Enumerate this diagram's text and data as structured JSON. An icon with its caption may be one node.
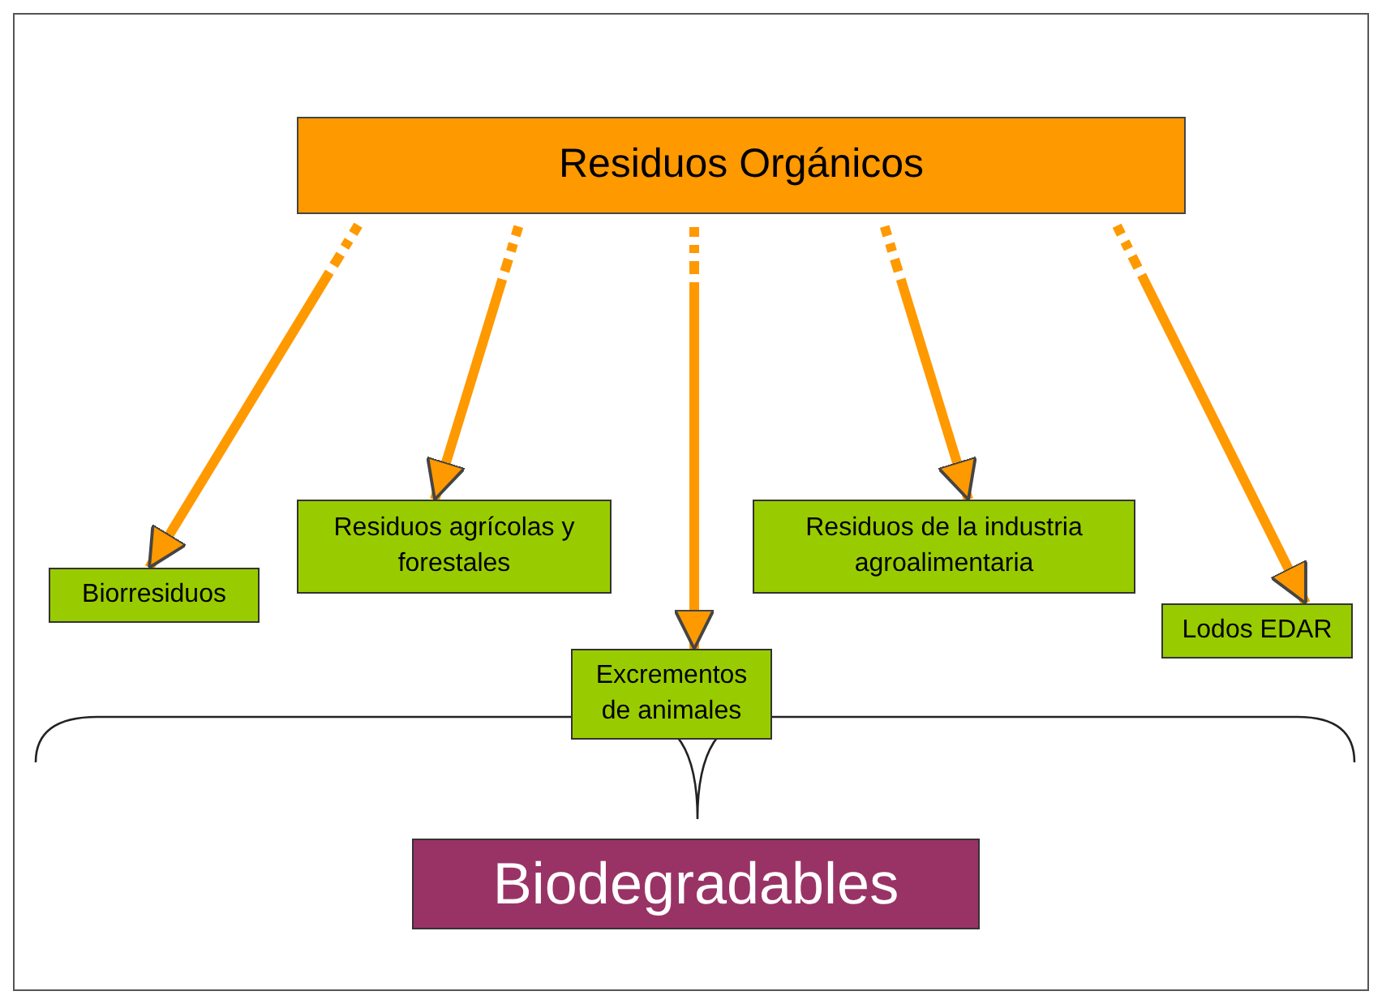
{
  "diagram": {
    "nodes": [
      {
        "text": [
          "Residuos Orgánicos"
        ]
      },
      {
        "text": [
          "Biorresiduos"
        ]
      },
      {
        "text": [
          "Residuos agrícolas y forestales"
        ]
      },
      {
        "text": [
          "Excrementos de animales"
        ]
      },
      {
        "text": [
          "Residuos de la industria agroalimentaria"
        ]
      },
      {
        "text": [
          "Lodos EDAR"
        ]
      },
      {
        "text": [
          "Biodegradables"
        ]
      }
    ],
    "edges": [
      {
        "from": 0,
        "to": 1,
        "arrow": "to"
      },
      {
        "from": 0,
        "to": 2,
        "arrow": "to"
      },
      {
        "from": 0,
        "to": 3,
        "arrow": "to"
      },
      {
        "from": 0,
        "to": 4,
        "arrow": "to"
      },
      {
        "from": 0,
        "to": 5,
        "arrow": "to"
      }
    ]
  }
}
